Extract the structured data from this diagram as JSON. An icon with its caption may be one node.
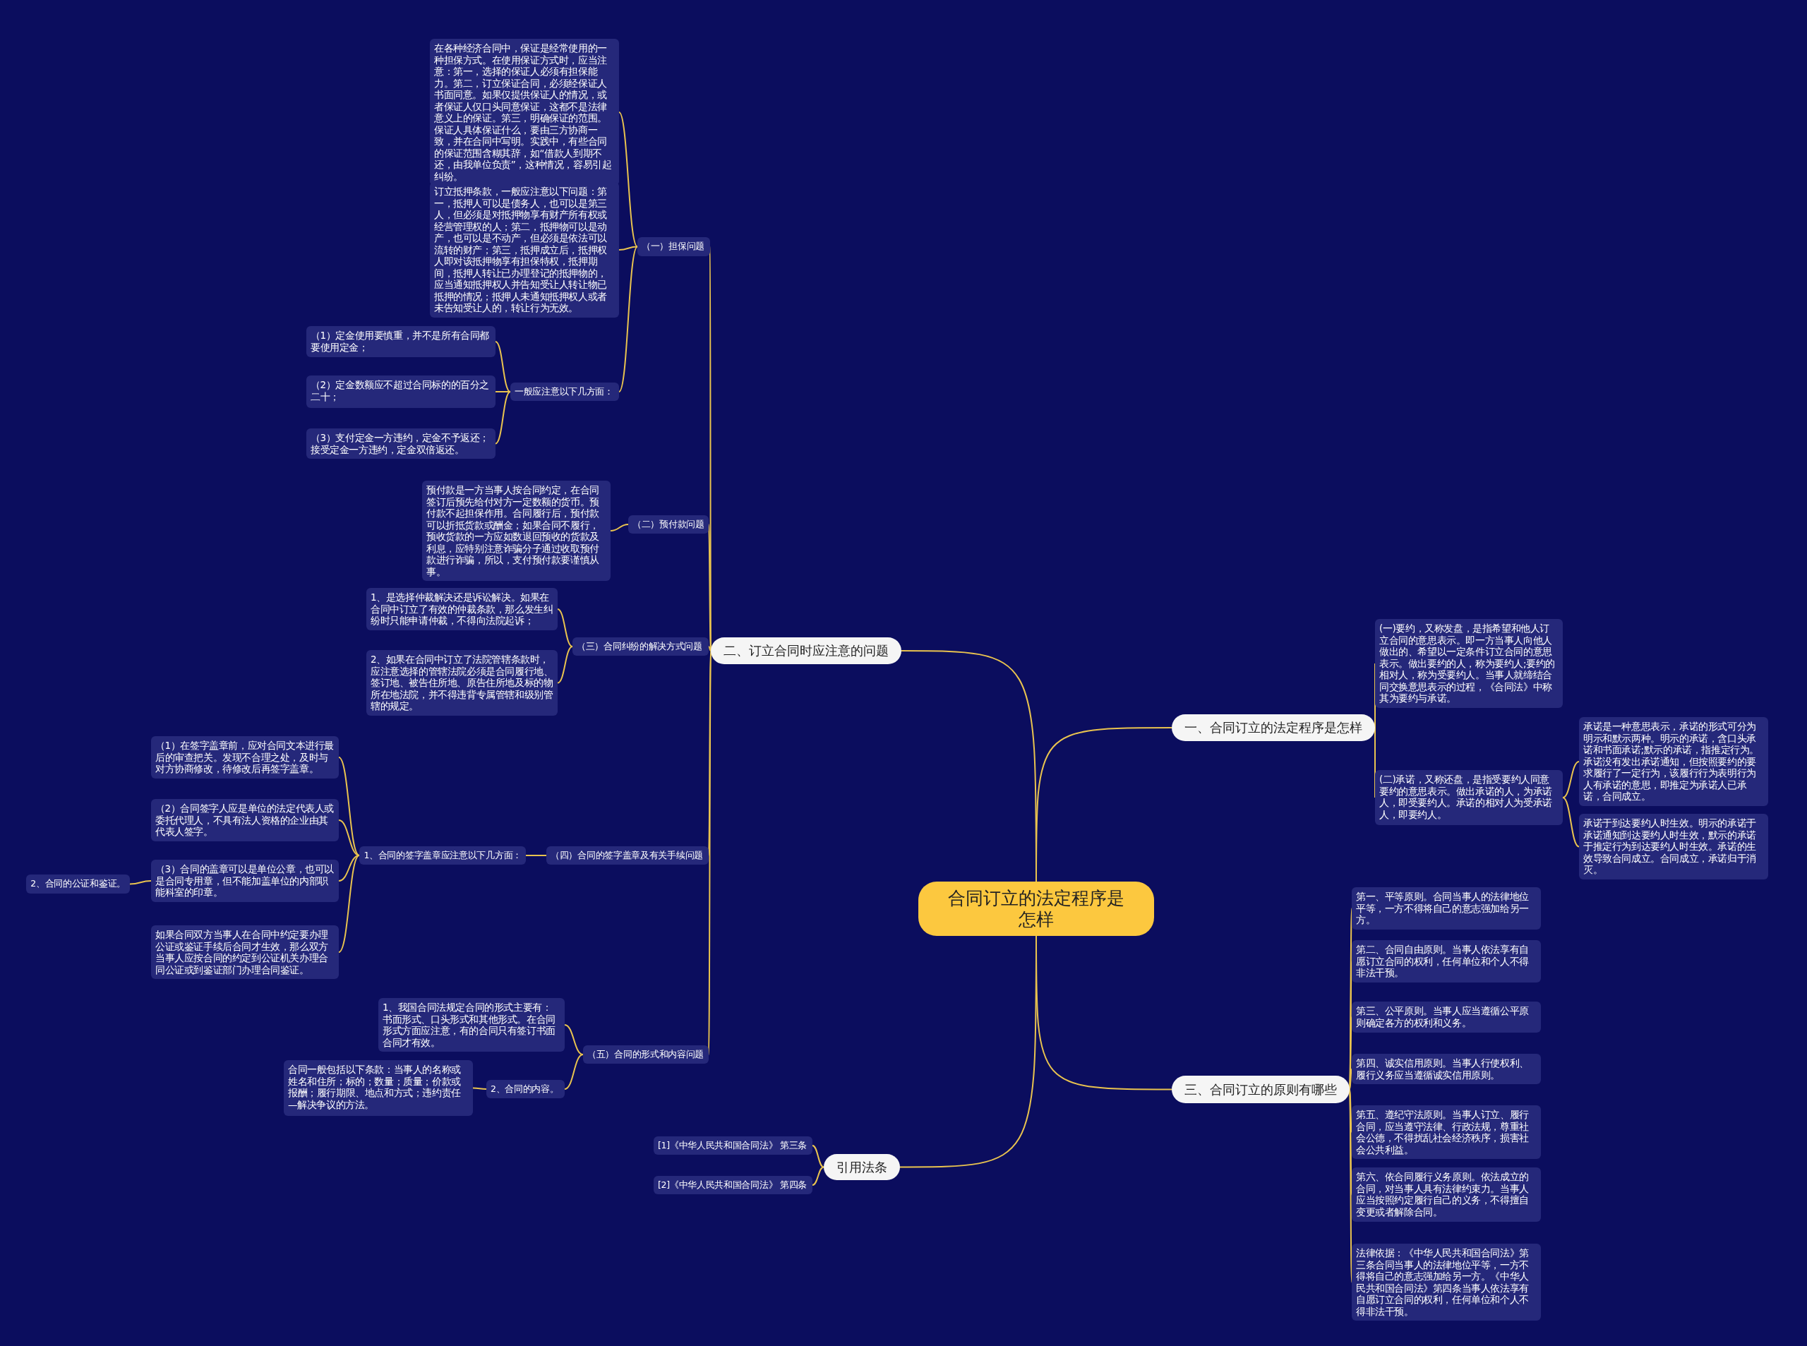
{
  "diagram": {
    "nodes": [
      {
        "text": [
          "合同订立的法定程序是怎样"
        ]
      },
      {
        "text": [
          "二、订立合同时应注意的问题"
        ]
      },
      {
        "text": [
          "（一）担保问题"
        ]
      },
      {
        "text": [
          "在各种经济合同中，保证是经常使用的一种担保方式。在使用保证方式时，应当注意：第一，选择的保证人必须有担保能力。第二，订立保证合同，必须经保证人书面同意。如果仅提供保证人的情况，或者保证人仅口头同意保证，这都不是法律意义上的保证。第三，明确保证的范围。保证人具体保证什么，要由三方协商一致，并在合同中写明。实践中，有些合同的保证范围含糊其辞，如“借款人到期不还，由我单位负责”，这种情况，容易引起纠纷。"
        ]
      },
      {
        "text": [
          "订立抵押条款，一般应注意以下问题：第一，抵押人可以是债务人，也可以是第三人，但必须是对抵押物享有财产所有权或经营管理权的人；第二，抵押物可以是动产，也可以是不动产，但必须是依法可以流转的财产；第三，抵押成立后，抵押权人即对该抵押物享有担保特权，抵押期间，抵押人转让已办理登记的抵押物的，应当通知抵押权人并告知受让人转让物已抵押的情况；抵押人未通知抵押权人或者未告知受让人的，转让行为无效。"
        ]
      },
      {
        "text": [
          "一般应注意以下几方面："
        ]
      },
      {
        "text": [
          "（1）定金使用要慎重，并不是所有合同都要使用定金；"
        ]
      },
      {
        "text": [
          "（2）定金数额应不超过合同标的的百分之二十；"
        ]
      },
      {
        "text": [
          "（3）支付定金一方违约，定金不予返还；接受定金一方违约，定金双倍返还。"
        ]
      },
      {
        "text": [
          "（二）预付款问题"
        ]
      },
      {
        "text": [
          "预付款是一方当事人按合同约定，在合同签订后预先给付对方一定数额的货币。预付款不起担保作用。合同履行后，预付款可以折抵货款或酬金；如果合同不履行，预收货款的一方应如数退回预收的货款及利息，应特别注意诈骗分子通过收取预付款进行诈骗，所以，支付预付款要谨慎从事。"
        ]
      },
      {
        "text": [
          "（三）合同纠纷的解决方式问题"
        ]
      },
      {
        "text": [
          "1、是选择仲裁解决还是诉讼解决。如果在合同中订立了有效的仲裁条款，那么发生纠纷时只能申请仲裁，不得向法院起诉；"
        ]
      },
      {
        "text": [
          "2、如果在合同中订立了法院管辖条款时，应注意选择的管辖法院必须是合同履行地、签订地、被告住所地、原告住所地及标的物所在地法院，并不得违背专属管辖和级别管辖的规定。"
        ]
      },
      {
        "text": [
          "（四）合同的签字盖章及有关手续问题"
        ]
      },
      {
        "text": [
          "1、合同的签字盖章应注意以下几方面："
        ]
      },
      {
        "text": [
          "（1）在签字盖章前，应对合同文本进行最后的审查把关。发现不合理之处，及时与对方协商修改，待修改后再签字盖章。"
        ]
      },
      {
        "text": [
          "（2）合同签字人应是单位的法定代表人或委托代理人，不具有法人资格的企业由其代表人签字。"
        ]
      },
      {
        "text": [
          "（3）合同的盖章可以是单位公章，也可以是合同专用章，但不能加盖单位的内部职能科室的印章。"
        ]
      },
      {
        "text": [
          "2、合同的公证和鉴证。"
        ]
      },
      {
        "text": [
          "如果合同双方当事人在合同中约定要办理公证或鉴证手续后合同才生效，那么双方当事人应按合同的约定到公证机关办理合同公证或到鉴证部门办理合同鉴证。"
        ]
      },
      {
        "text": [
          "（五）合同的形式和内容问题"
        ]
      },
      {
        "text": [
          "1、我国合同法规定合同的形式主要有：书面形式、口头形式和其他形式。在合同形式方面应注意，有的合同只有签订书面合同才有效。"
        ]
      },
      {
        "text": [
          "2、合同的内容。"
        ]
      },
      {
        "text": [
          "合同一般包括以下条款：当事人的名称或姓名和住所；标的；数量；质量；价款或报酬；履行期限、地点和方式；违约责任—解决争议的方法。"
        ]
      },
      {
        "text": [
          "引用法条"
        ]
      },
      {
        "text": [
          "[1]《中华人民共和国合同法》 第三条"
        ]
      },
      {
        "text": [
          "[2]《中华人民共和国合同法》 第四条"
        ]
      },
      {
        "text": [
          "一、合同订立的法定程序是怎样"
        ]
      },
      {
        "text": [
          "(一)要约，又称发盘，是指希望和他人订立合同的意思表示。即一方当事人向他人做出的、希望以一定条件订立合同的意思表示。做出要约的人，称为要约人;要约的相对人，称为受要约人。当事人就缔结合同交换意思表示的过程，《合同法》中称其为要约与承诺。"
        ]
      },
      {
        "text": [
          "(二)承诺，又称还盘，是指受要约人同意要约的意思表示。做出承诺的人，为承诺人，即受要约人。承诺的相对人为受承诺人，即要约人。"
        ]
      },
      {
        "text": [
          "承诺是一种意思表示，承诺的形式可分为明示和默示两种。明示的承诺，含口头承诺和书面承诺;默示的承诺，指推定行为。承诺没有发出承诺通知，但按照要约的要求履行了一定行为，该履行行为表明行为人有承诺的意思，即推定为承诺人已承诺，合同成立。"
        ]
      },
      {
        "text": [
          "承诺于到达要约人时生效。明示的承诺于承诺通知到达要约人时生效，默示的承诺于推定行为到达要约人时生效。承诺的生效导致合同成立。合同成立，承诺归于消灭。"
        ]
      },
      {
        "text": [
          "三、合同订立的原则有哪些"
        ]
      },
      {
        "text": [
          "第一、平等原则。合同当事人的法律地位平等，一方不得将自己的意志强加给另一方。"
        ]
      },
      {
        "text": [
          "第二、合同自由原则。当事人依法享有自愿订立合同的权利，任何单位和个人不得非法干预。"
        ]
      },
      {
        "text": [
          "第三、公平原则。当事人应当遵循公平原则确定各方的权利和义务。"
        ]
      },
      {
        "text": [
          "第四、诚实信用原则。当事人行使权利、履行义务应当遵循诚实信用原则。"
        ]
      },
      {
        "text": [
          "第五、遵纪守法原则。当事人订立、履行合同，应当遵守法律、行政法规，尊重社会公德，不得扰乱社会经济秩序，损害社会公共利益。"
        ]
      },
      {
        "text": [
          "第六、依合同履行义务原则。依法成立的合同，对当事人具有法律约束力。当事人应当按照约定履行自己的义务，不得擅自变更或者解除合同。"
        ]
      },
      {
        "text": [
          "法律依据：《中华人民共和国合同法》第三条合同当事人的法律地位平等，一方不得将自己的意志强加给另一方。《中华人民共和国合同法》第四条当事人依法享有自愿订立合同的权利，任何单位和个人不得非法干预。"
        ]
      }
    ],
    "edges": [
      {
        "from": 0,
        "to": 1,
        "arrow": "none"
      },
      {
        "from": 1,
        "to": 2,
        "arrow": "none"
      },
      {
        "from": 2,
        "to": 3,
        "arrow": "none"
      },
      {
        "from": 2,
        "to": 4,
        "arrow": "none"
      },
      {
        "from": 2,
        "to": 5,
        "arrow": "none"
      },
      {
        "from": 5,
        "to": 6,
        "arrow": "none"
      },
      {
        "from": 5,
        "to": 7,
        "arrow": "none"
      },
      {
        "from": 5,
        "to": 8,
        "arrow": "none"
      },
      {
        "from": 1,
        "to": 9,
        "arrow": "none"
      },
      {
        "from": 9,
        "to": 10,
        "arrow": "none"
      },
      {
        "from": 1,
        "to": 11,
        "arrow": "none"
      },
      {
        "from": 11,
        "to": 12,
        "arrow": "none"
      },
      {
        "from": 11,
        "to": 13,
        "arrow": "none"
      },
      {
        "from": 1,
        "to": 14,
        "arrow": "none"
      },
      {
        "from": 14,
        "to": 15,
        "arrow": "none"
      },
      {
        "from": 15,
        "to": 16,
        "arrow": "none"
      },
      {
        "from": 15,
        "to": 17,
        "arrow": "none"
      },
      {
        "from": 15,
        "to": 18,
        "arrow": "none"
      },
      {
        "from": 18,
        "to": 19,
        "arrow": "none"
      },
      {
        "from": 15,
        "to": 20,
        "arrow": "none"
      },
      {
        "from": 1,
        "to": 21,
        "arrow": "none"
      },
      {
        "from": 21,
        "to": 22,
        "arrow": "none"
      },
      {
        "from": 21,
        "to": 23,
        "arrow": "none"
      },
      {
        "from": 23,
        "to": 24,
        "arrow": "none"
      },
      {
        "from": 0,
        "to": 25,
        "arrow": "none"
      },
      {
        "from": 25,
        "to": 26,
        "arrow": "none"
      },
      {
        "from": 25,
        "to": 27,
        "arrow": "none"
      },
      {
        "from": 0,
        "to": 28,
        "arrow": "none"
      },
      {
        "from": 28,
        "to": 29,
        "arrow": "none"
      },
      {
        "from": 28,
        "to": 30,
        "arrow": "none"
      },
      {
        "from": 30,
        "to": 31,
        "arrow": "none"
      },
      {
        "from": 30,
        "to": 32,
        "arrow": "none"
      },
      {
        "from": 0,
        "to": 33,
        "arrow": "none"
      },
      {
        "from": 33,
        "to": 34,
        "arrow": "none"
      },
      {
        "from": 33,
        "to": 35,
        "arrow": "none"
      },
      {
        "from": 33,
        "to": 36,
        "arrow": "none"
      },
      {
        "from": 33,
        "to": 37,
        "arrow": "none"
      },
      {
        "from": 33,
        "to": 38,
        "arrow": "none"
      },
      {
        "from": 33,
        "to": 39,
        "arrow": "none"
      },
      {
        "from": 33,
        "to": 40,
        "arrow": "none"
      }
    ]
  }
}
